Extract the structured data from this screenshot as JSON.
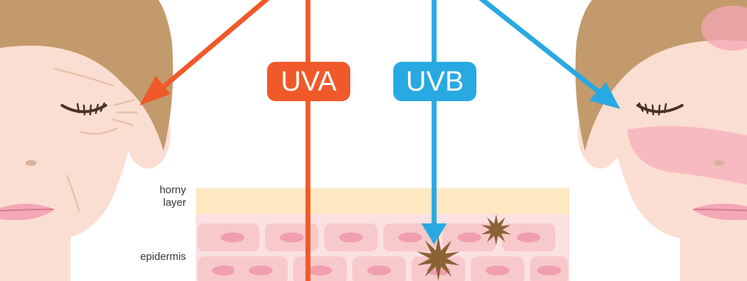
{
  "rays": {
    "uva": {
      "label": "UVA",
      "color": "#f0592a"
    },
    "uvb": {
      "label": "UVB",
      "color": "#29a9e1"
    }
  },
  "layers": {
    "horny": "horny\nlayer",
    "horny_line1": "horny",
    "horny_line2": "layer",
    "epidermis": "epidermis"
  },
  "colors": {
    "skin": "#fbded2",
    "hair": "#c39a6c",
    "horny_layer": "#fde8c2",
    "epidermis_bg": "#fbe1e1",
    "cell": "#f8c9cb",
    "nucleus": "#ef9fae",
    "melanin": "#8b6236",
    "blush": "#f4a7b5"
  },
  "icons": [
    "aged-face-icon",
    "sunburned-face-icon",
    "melanin-spot-icon"
  ]
}
